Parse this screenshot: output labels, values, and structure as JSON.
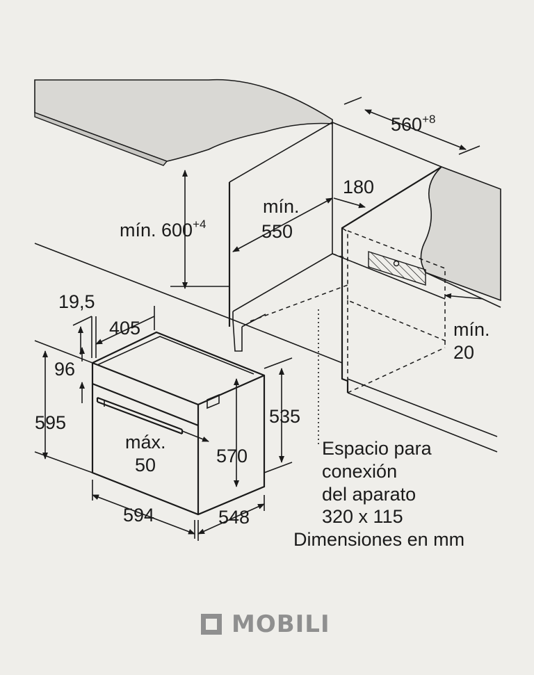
{
  "labels": {
    "niche_width": "560",
    "niche_width_tol": "+8",
    "min_height": "mín. 600",
    "min_height_tol": "+4",
    "min_label": "mín.",
    "depth_min_value": "550",
    "vent_depth": "180",
    "gap_min_label": "mín.",
    "gap_min_value": "20",
    "front_offset": "19,5",
    "panel_depth": "405",
    "top_offset": "96",
    "total_height": "595",
    "max_label": "máx.",
    "max_value": "50",
    "inner_height": "570",
    "body_height": "535",
    "total_width": "594",
    "total_depth": "548"
  },
  "notes": {
    "line1": "Espacio para",
    "line2": "conexión",
    "line3": "del aparato",
    "line4": "320 x 115",
    "units": "Dimensiones en mm"
  },
  "brand": {
    "name": "MOBILI"
  },
  "colors": {
    "background": "#efeeea",
    "ink": "#1a1a1a",
    "countertop": "#d9d8d4",
    "brand": "#8f8f8f"
  }
}
